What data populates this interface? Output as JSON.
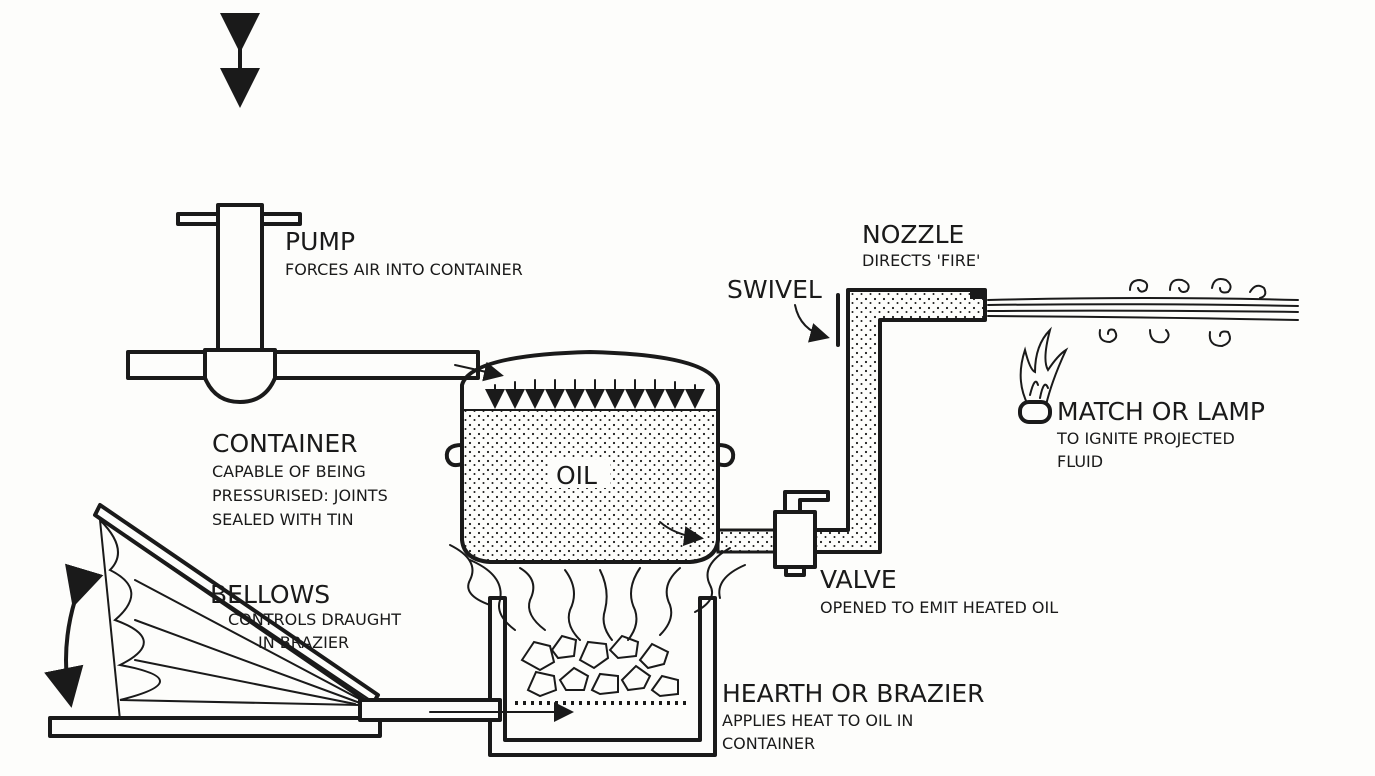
{
  "labels": {
    "pump": {
      "title": "PUMP",
      "desc": [
        "FORCES AIR INTO CONTAINER"
      ]
    },
    "nozzle": {
      "title": "NOZZLE",
      "desc": [
        "DIRECTS 'FIRE'"
      ]
    },
    "swivel": {
      "title": "SWIVEL"
    },
    "match": {
      "title": "MATCH OR LAMP",
      "desc": [
        "TO IGNITE PROJECTED",
        "FLUID"
      ]
    },
    "container": {
      "title": "CONTAINER",
      "desc": [
        "CAPABLE OF BEING",
        "PRESSURISED: JOINTS",
        "SEALED WITH TIN"
      ]
    },
    "oil": {
      "title": "OIL"
    },
    "bellows": {
      "title": "BELLOWS",
      "desc": [
        "CONTROLS DRAUGHT",
        "IN BRAZIER"
      ]
    },
    "valve": {
      "title": "VALVE",
      "desc": [
        "OPENED TO EMIT HEATED OIL"
      ]
    },
    "hearth": {
      "title": "HEARTH OR BRAZIER",
      "desc": [
        "APPLIES HEAT TO OIL IN",
        "CONTAINER"
      ]
    }
  },
  "colors": {
    "ink": "#1a1a1a",
    "paper": "#fdfdfb"
  }
}
